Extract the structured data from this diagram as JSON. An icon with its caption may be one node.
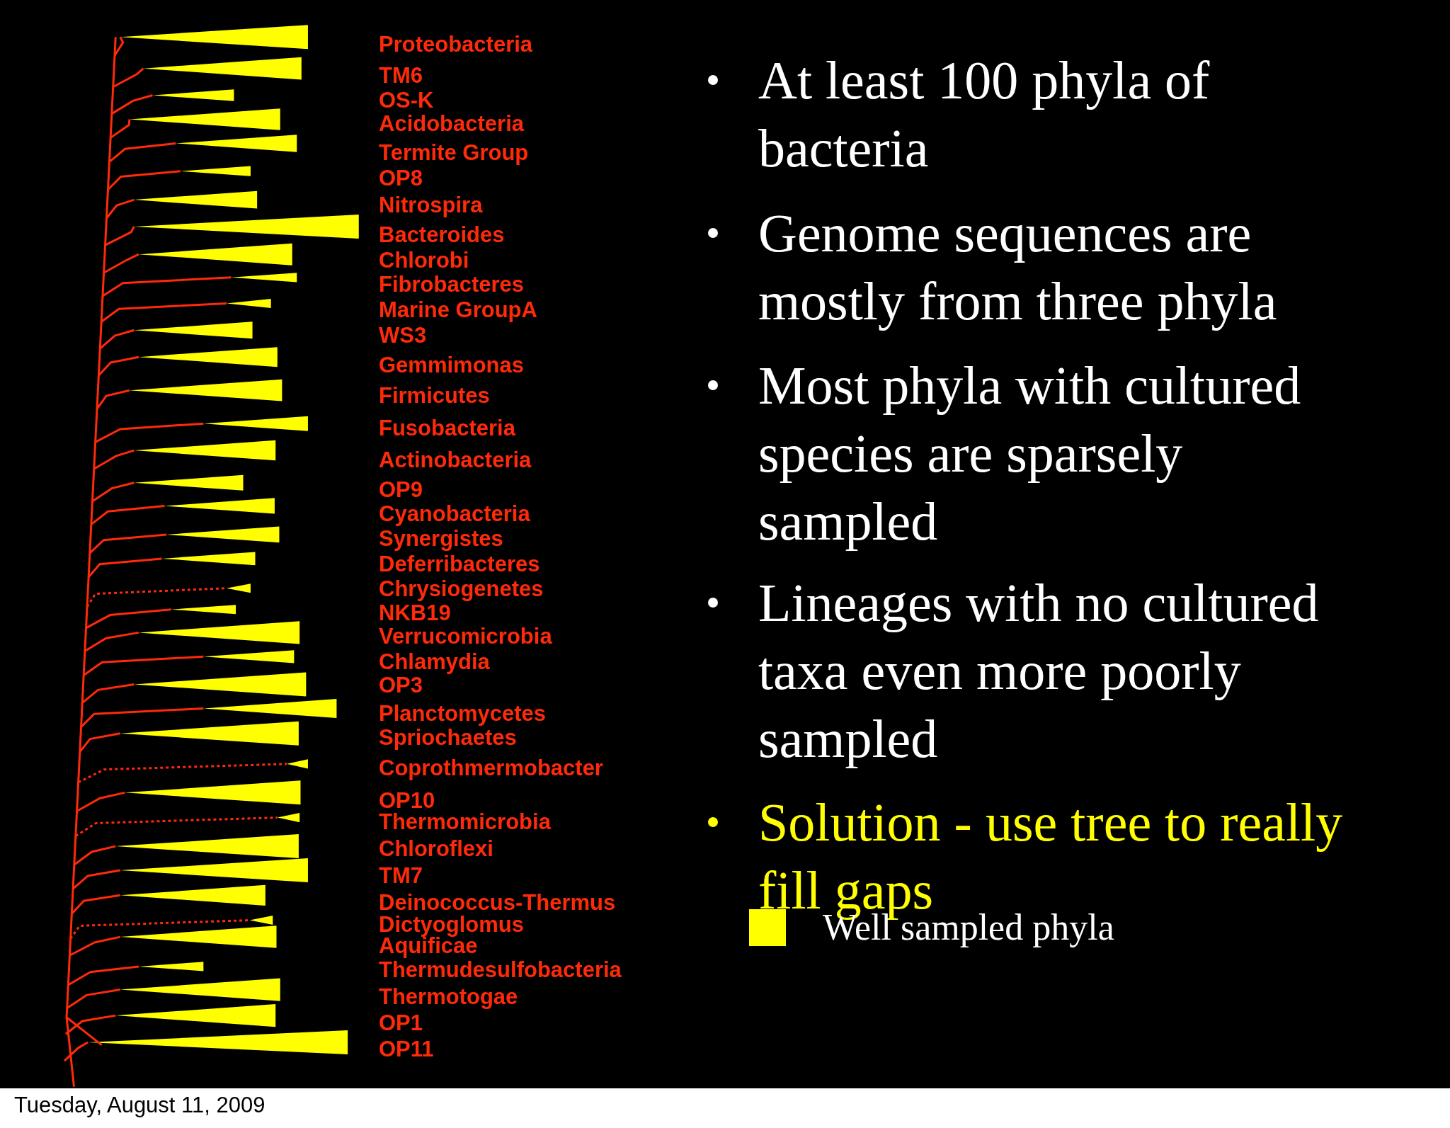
{
  "diagram": {
    "labels": [
      "Proteobacteria",
      "TM6",
      "OS-K",
      "Acidobacteria",
      "Termite Group",
      "OP8",
      "Nitrospira",
      "Bacteroides",
      "Chlorobi",
      "Fibrobacteres",
      "Marine GroupA",
      "WS3",
      "Gemmimonas",
      "Firmicutes",
      "Fusobacteria",
      "Actinobacteria",
      "OP9",
      "Cyanobacteria",
      "Synergistes",
      "Deferribacteres",
      "Chrysiogenetes",
      "NKB19",
      "Verrucomicrobia",
      "Chlamydia",
      "OP3",
      "Planctomycetes",
      "Spriochaetes",
      "Coprothmermobacter",
      "OP10",
      "Thermomicrobia",
      "Chloroflexi",
      "TM7",
      "Deinococcus-Thermus",
      "Dictyoglomus",
      "Aquificae",
      "Thermudesulfobacteria",
      "Thermotogae",
      "OP1",
      "OP11",
      "At least 100 phyla of bacteria",
      "Genome sequences are mostly from three phyla",
      "Most phyla with cultured species are sparsely sampled",
      "Lineages with no cultured taxa even more poorly sampled",
      "Solution - use tree to really fill gaps",
      "Tuesday, August 11, 2009"
    ],
    "legend": [
      {
        "text": "Well sampled phyla",
        "color": "#ffff00"
      }
    ]
  }
}
